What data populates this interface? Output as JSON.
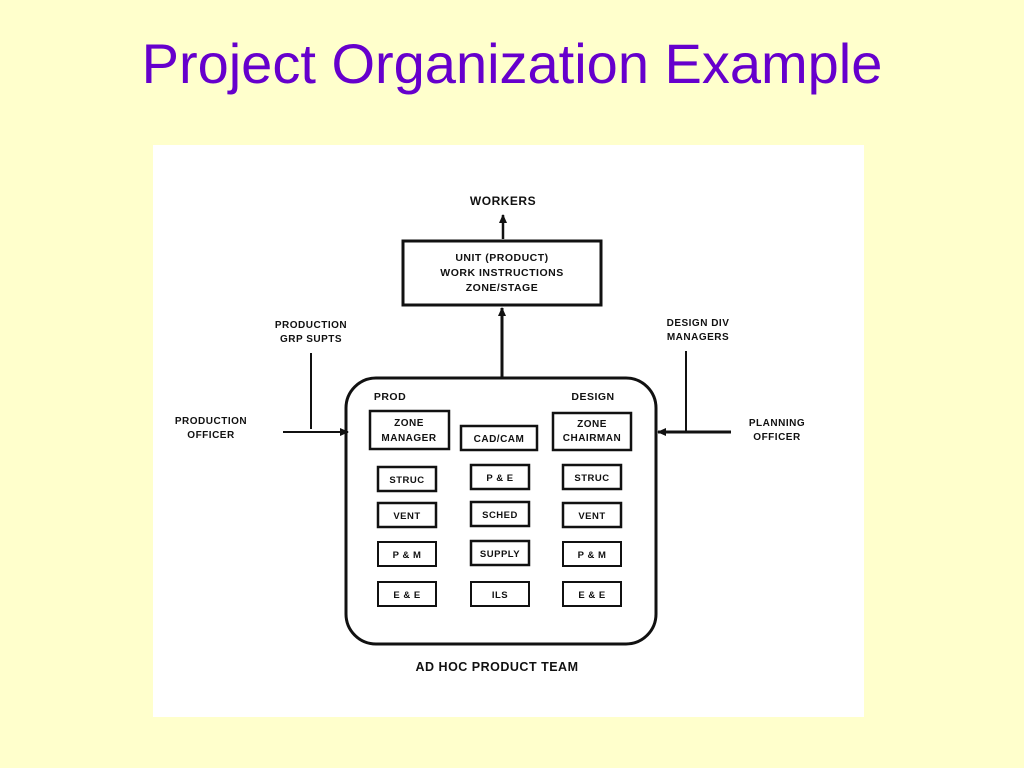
{
  "slide": {
    "title": "Project Organization Example"
  },
  "diagram": {
    "workers": "WORKERS",
    "unit_box": [
      "UNIT (PRODUCT)",
      "WORK INSTRUCTIONS",
      "ZONE/STAGE"
    ],
    "production_grp": [
      "PRODUCTION",
      "GRP SUPTS"
    ],
    "design_div": [
      "DESIGN DIV",
      "MANAGERS"
    ],
    "production_officer": [
      "PRODUCTION",
      "OFFICER"
    ],
    "planning_officer": [
      "PLANNING",
      "OFFICER"
    ],
    "team_headers": {
      "prod": "PROD",
      "design": "DESIGN"
    },
    "zone_manager": [
      "ZONE",
      "MANAGER"
    ],
    "cad_cam": "CAD/CAM",
    "zone_chairman": [
      "ZONE",
      "CHAIRMAN"
    ],
    "col_prod": [
      "STRUC",
      "VENT",
      "P & M",
      "E & E"
    ],
    "col_mid": [
      "P & E",
      "SCHED",
      "SUPPLY",
      "ILS"
    ],
    "col_design": [
      "STRUC",
      "VENT",
      "P & M",
      "E & E"
    ],
    "team_label": "AD HOC PRODUCT TEAM"
  }
}
